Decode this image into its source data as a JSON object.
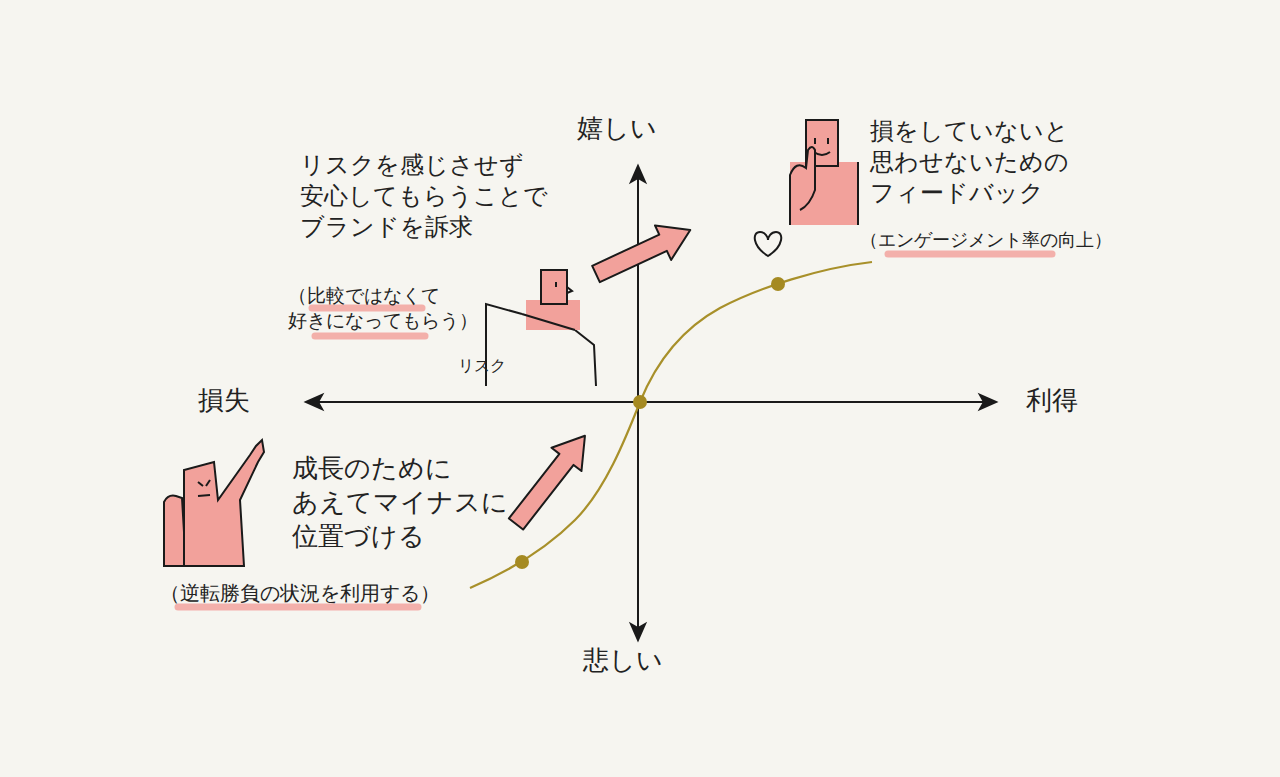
{
  "diagram": {
    "labels": [
      "嬉しい",
      "悲しい",
      "損失",
      "利得",
      "リスクを感じさせず 安心してもらうことで ブランドを訴求",
      "（比較ではなくて 好きになってもらう）",
      "リスク",
      "損をしていないと 思わせないための フィードバック",
      "（エンゲージメント率の向上）",
      "成長のために あえてマイナスに 位置づける",
      "（逆転勝負の状況を利用する）"
    ]
  }
}
